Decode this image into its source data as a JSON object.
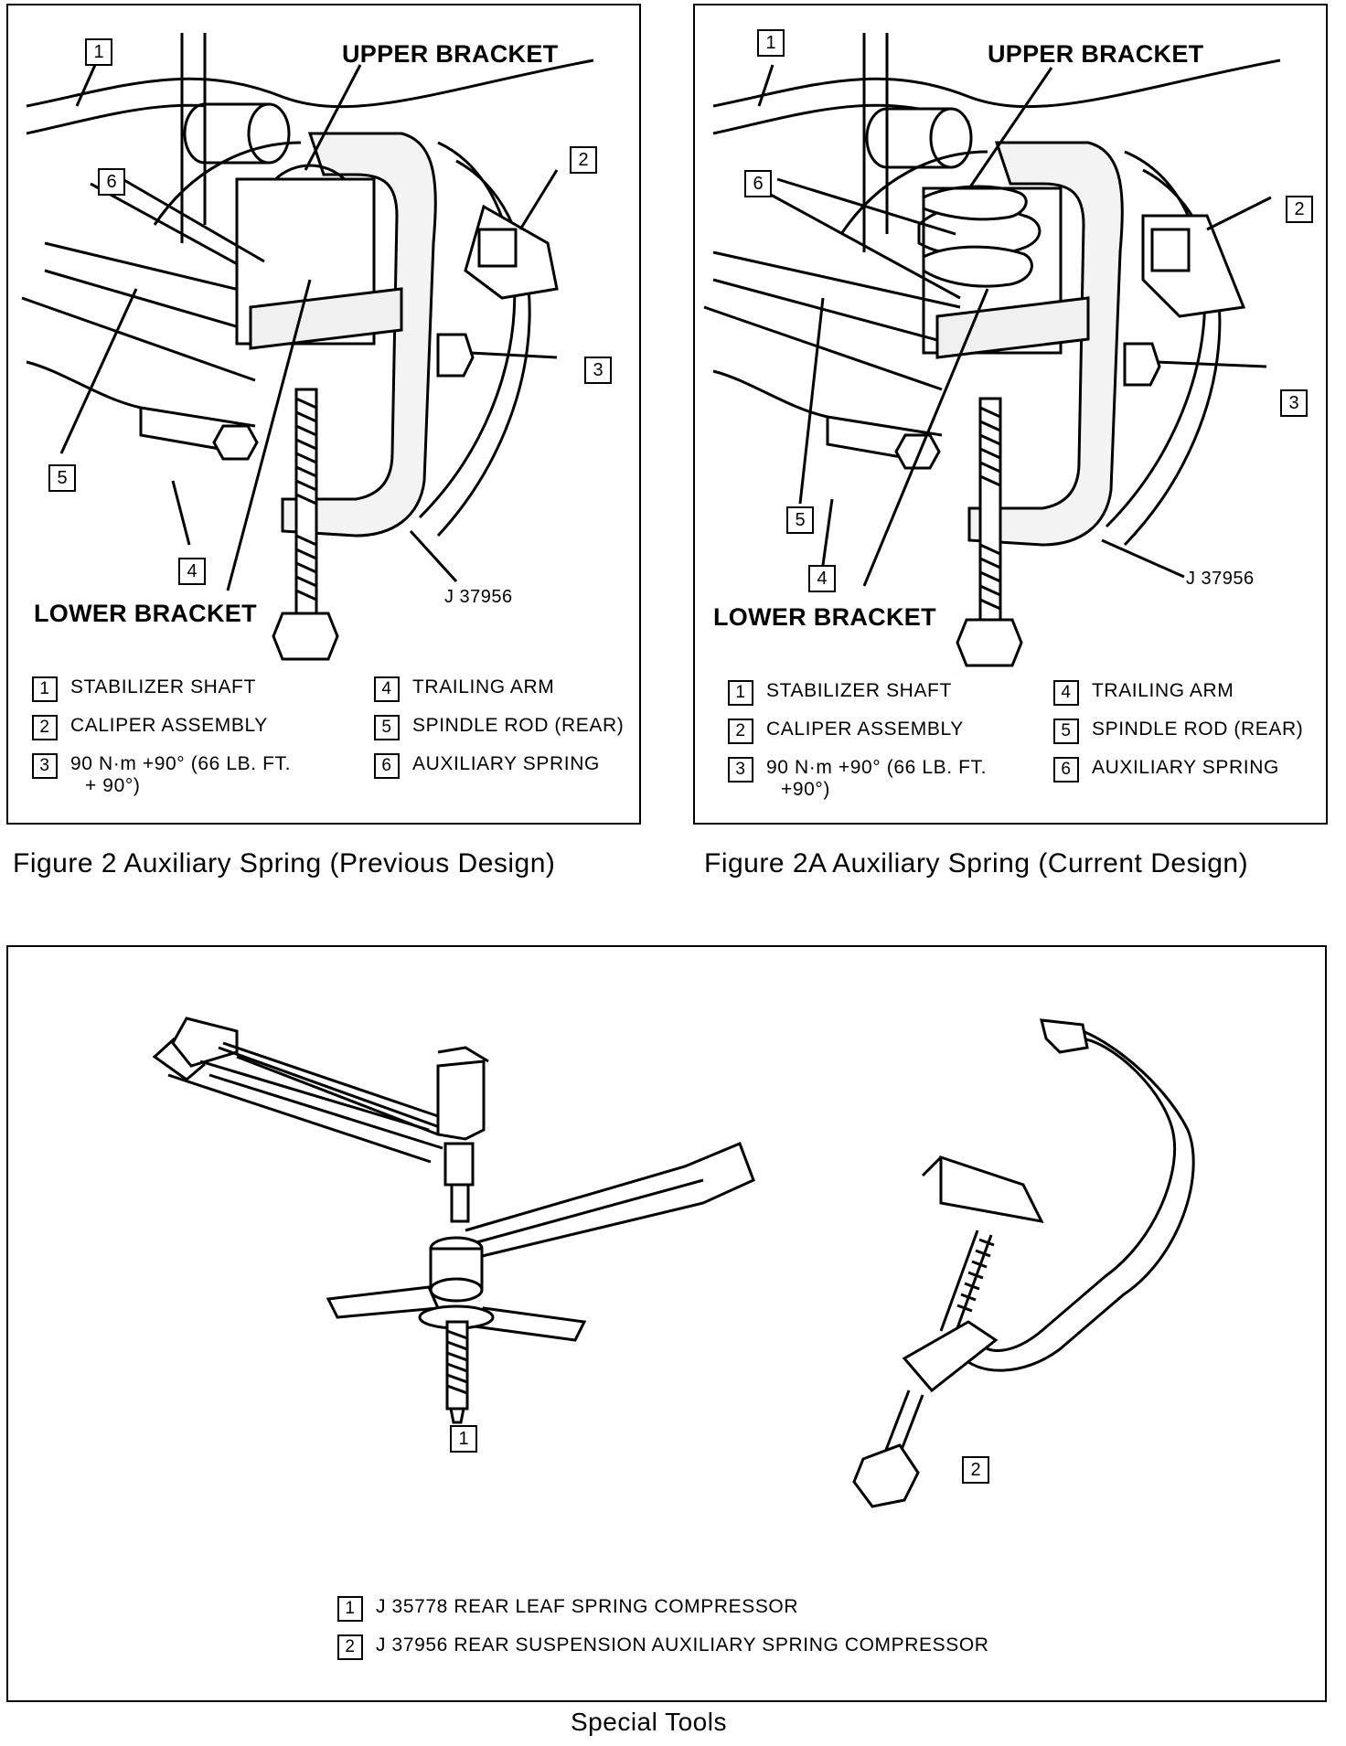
{
  "figure_left": {
    "caption": "Figure 2 Auxiliary Spring (Previous Design)",
    "upper_bracket": "UPPER BRACKET",
    "lower_bracket": "LOWER BRACKET",
    "tool_code": "J 37956",
    "callouts": [
      "1",
      "2",
      "3",
      "4",
      "5",
      "6"
    ],
    "legend": [
      {
        "num": "1",
        "text": "STABILIZER SHAFT"
      },
      {
        "num": "2",
        "text": "CALIPER ASSEMBLY"
      },
      {
        "num": "3",
        "text": "90 N·m  +90° (66 LB. FT.",
        "text2": "+ 90°)"
      },
      {
        "num": "4",
        "text": "TRAILING ARM"
      },
      {
        "num": "5",
        "text": "SPINDLE ROD (REAR)"
      },
      {
        "num": "6",
        "text": "AUXILIARY SPRING"
      }
    ]
  },
  "figure_right": {
    "caption": "Figure 2A Auxiliary Spring (Current Design)",
    "upper_bracket": "UPPER BRACKET",
    "lower_bracket": "LOWER BRACKET",
    "tool_code": "J 37956",
    "callouts": [
      "1",
      "2",
      "3",
      "4",
      "5",
      "6"
    ],
    "legend": [
      {
        "num": "1",
        "text": "STABILIZER SHAFT"
      },
      {
        "num": "2",
        "text": "CALIPER ASSEMBLY"
      },
      {
        "num": "3",
        "text": "90 N·m  +90° (66 LB. FT.",
        "text2": "+90°)"
      },
      {
        "num": "4",
        "text": "TRAILING ARM"
      },
      {
        "num": "5",
        "text": "SPINDLE ROD (REAR)"
      },
      {
        "num": "6",
        "text": "AUXILIARY SPRING"
      }
    ]
  },
  "special_tools": {
    "caption": "Special Tools",
    "tool_numbers": [
      "1",
      "2"
    ],
    "legend": [
      {
        "num": "1",
        "text": "J 35778 REAR LEAF SPRING COMPRESSOR"
      },
      {
        "num": "2",
        "text": "J 37956 REAR SUSPENSION AUXILIARY SPRING COMPRESSOR"
      }
    ]
  }
}
